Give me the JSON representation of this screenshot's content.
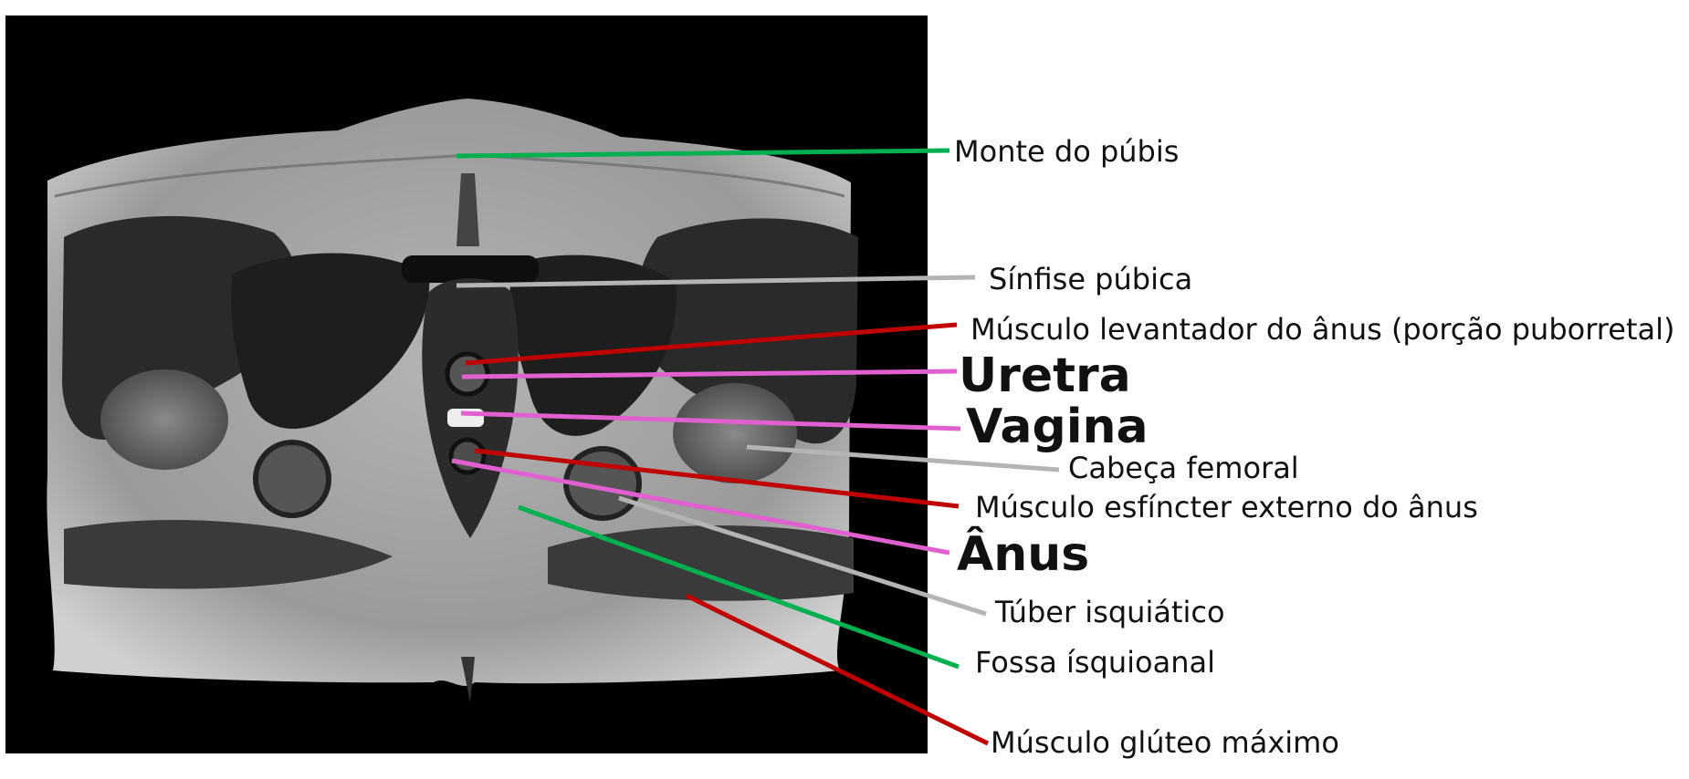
{
  "labels": {
    "monte": "Monte do púbis",
    "sinfise": "Sínfise púbica",
    "levantador": "Músculo levantador do ânus (porção puborretal)",
    "uretra": "Uretra",
    "vagina": "Vagina",
    "cabeca": "Cabeça femoral",
    "esfincter": "Músculo esfíncter externo do ânus",
    "anus": "Ânus",
    "tuber": "Túber isquiático",
    "fossa": "Fossa ísquioanal",
    "gluteo": "Músculo glúteo máximo"
  },
  "colors": {
    "green": "#00b050",
    "gray": "#b4b4b4",
    "red": "#c00000",
    "pink": "#e060d0",
    "mri_frame": "#000000",
    "background": "#ffffff"
  }
}
